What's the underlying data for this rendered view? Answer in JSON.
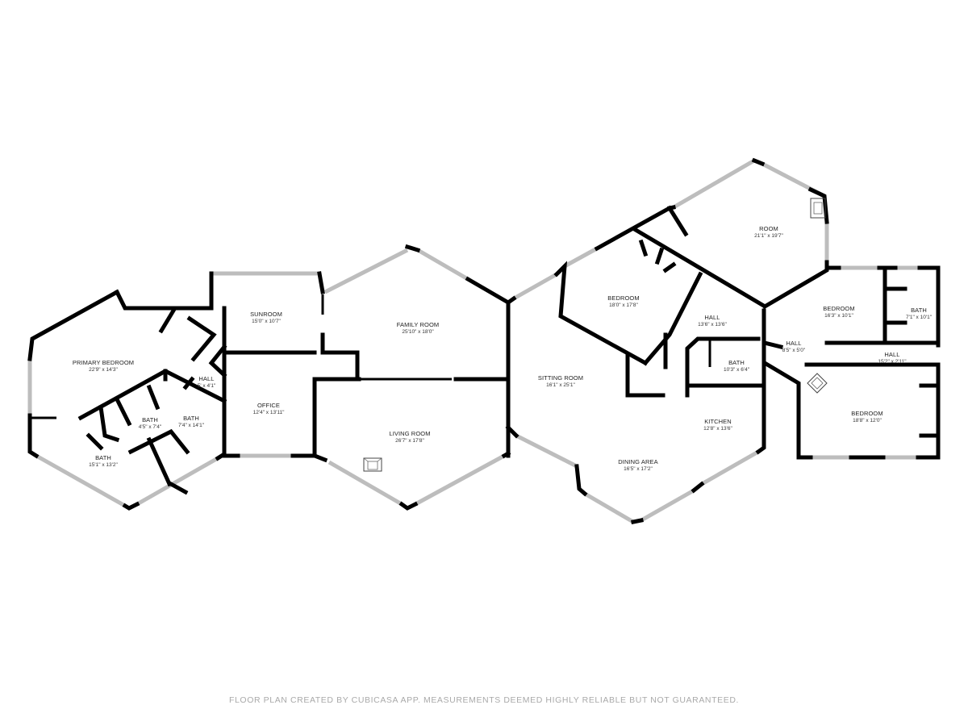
{
  "rooms": [
    {
      "id": "primary-bedroom",
      "name": "PRIMARY BEDROOM",
      "dims": "22'9\" x 14'3\""
    },
    {
      "id": "sunroom",
      "name": "SUNROOM",
      "dims": "15'0\" x 10'7\""
    },
    {
      "id": "family-room",
      "name": "FAMILY ROOM",
      "dims": "25'10\" x 18'0\""
    },
    {
      "id": "hall-west",
      "name": "HALL",
      "dims": "5' x 4'1\""
    },
    {
      "id": "office",
      "name": "OFFICE",
      "dims": "12'4\" x 13'11\""
    },
    {
      "id": "bath-a",
      "name": "BATH",
      "dims": "4'5\" x 7'4\""
    },
    {
      "id": "bath-b",
      "name": "BATH",
      "dims": "7'4\" x 14'1\""
    },
    {
      "id": "bath-c",
      "name": "BATH",
      "dims": "15'1\" x 13'2\""
    },
    {
      "id": "living-room",
      "name": "LIVING ROOM",
      "dims": "26'7\" x 17'8\""
    },
    {
      "id": "sitting-room",
      "name": "SITTING ROOM",
      "dims": "16'1\" x 25'1\""
    },
    {
      "id": "bedroom-mid",
      "name": "BEDROOM",
      "dims": "18'0\" x 17'8\""
    },
    {
      "id": "room",
      "name": "ROOM",
      "dims": "21'1\" x 19'7\""
    },
    {
      "id": "hall-mid",
      "name": "HALL",
      "dims": "13'6\" x 13'6\""
    },
    {
      "id": "bath-d",
      "name": "BATH",
      "dims": "10'3\" x 6'4\""
    },
    {
      "id": "kitchen",
      "name": "KITCHEN",
      "dims": "12'8\" x 13'6\""
    },
    {
      "id": "dining-area",
      "name": "DINING AREA",
      "dims": "16'5\" x 17'2\""
    },
    {
      "id": "bedroom-east",
      "name": "BEDROOM",
      "dims": "16'3\" x 10'1\""
    },
    {
      "id": "bath-e",
      "name": "BATH",
      "dims": "7'1\" x 10'1\""
    },
    {
      "id": "hall-east-a",
      "name": "HALL",
      "dims": "8'5\" x 5'0\""
    },
    {
      "id": "hall-east-b",
      "name": "HALL",
      "dims": "15'2\" x 2'11\""
    },
    {
      "id": "bedroom-se",
      "name": "BEDROOM",
      "dims": "18'8\" x 12'0\""
    }
  ],
  "footer": "FLOOR PLAN CREATED BY CUBICASA APP. MEASUREMENTS DEEMED HIGHLY RELIABLE BUT NOT GUARANTEED."
}
